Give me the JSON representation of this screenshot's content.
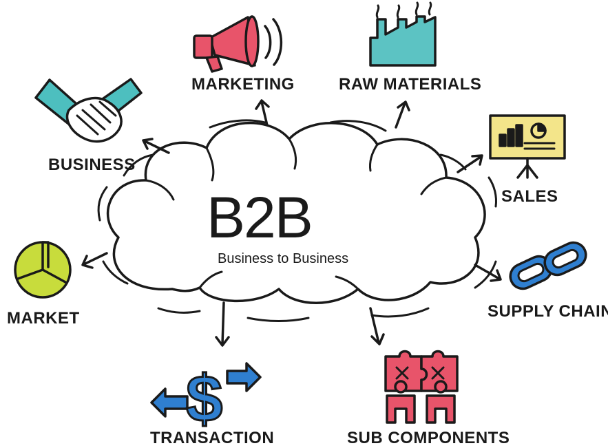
{
  "center": {
    "title": "B2B",
    "subtitle": "Business to Business"
  },
  "nodes": {
    "marketing": "MARKETING",
    "raw_materials": "RAW MATERIALS",
    "business": "BUSINESS",
    "sales": "SALES",
    "market": "MARKET",
    "supply_chain": "SUPPLY CHAIN",
    "transaction": "TRANSACTION",
    "sub_components": "SUB COMPONENTS"
  },
  "colors": {
    "ink": "#1a1a1a",
    "megaphone": "#e8546a",
    "factory": "#5cc3c3",
    "handshake": "#4dbfbf",
    "pie": "#c8dc3c",
    "chain": "#2f7fd0",
    "dollar": "#2f7fd0",
    "puzzle": "#e8546a",
    "board": "#f3e58a"
  },
  "icons": {
    "marketing": "megaphone-icon",
    "raw_materials": "factory-icon",
    "business": "handshake-icon",
    "sales": "presentation-board-icon",
    "market": "pie-chart-icon",
    "supply_chain": "chain-link-icon",
    "transaction": "dollar-exchange-icon",
    "sub_components": "puzzle-people-icon"
  }
}
